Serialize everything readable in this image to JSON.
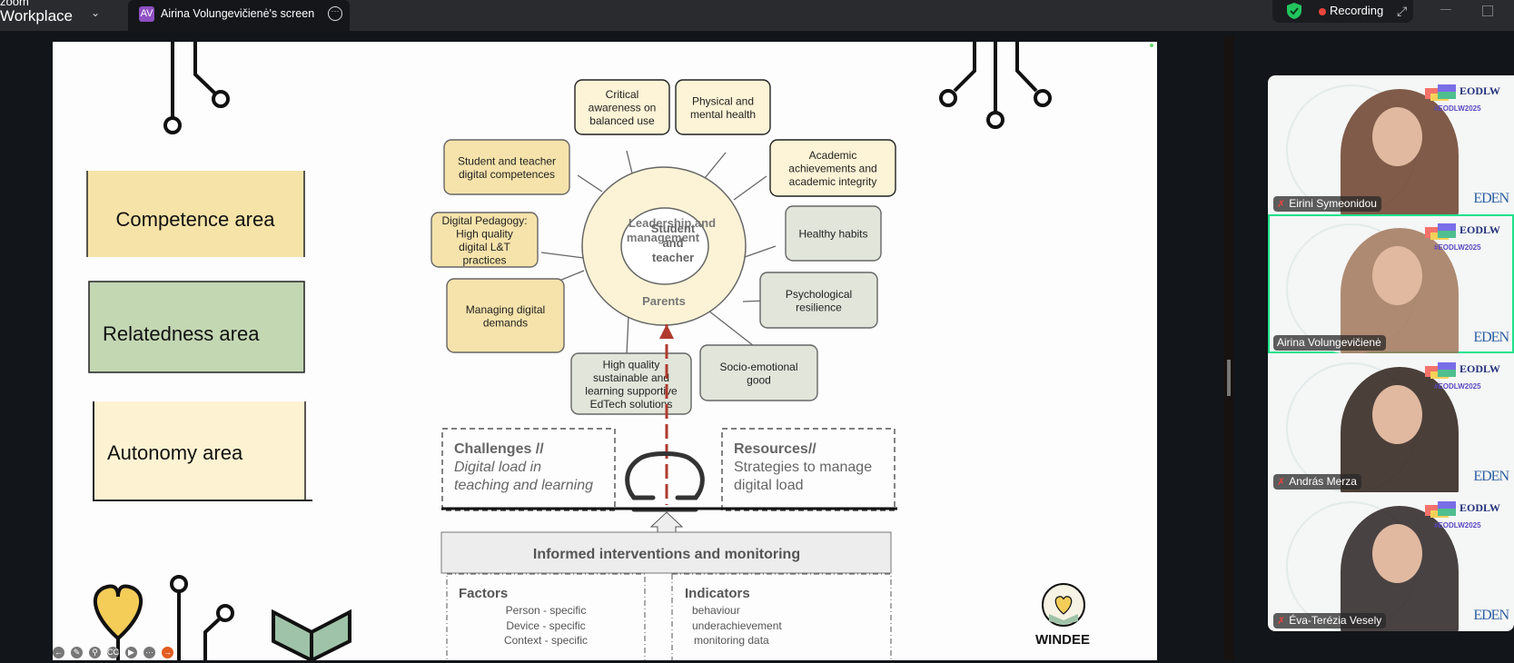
{
  "titlebar": {
    "app_name_small": "zoom",
    "app_name_big": "Workplace",
    "share_tab": {
      "avatar_initials": "AV",
      "label": "Airina Volungevičienė's screen"
    },
    "recording_label": "Recording"
  },
  "slide": {
    "areas": [
      {
        "label": "Competence area",
        "color": "#f6e3a7"
      },
      {
        "label": "Relatedness area",
        "color": "#c3d7b3"
      },
      {
        "label": "Autonomy area",
        "color": "#fdf3d2"
      }
    ],
    "diagram": {
      "ring_outer_top": [
        "Leadership and",
        "management"
      ],
      "ring_outer_bottom": "Parents",
      "ring_inner": [
        "Student",
        "and",
        "teacher"
      ],
      "boxes": [
        {
          "lines": [
            "Critical",
            "awareness on",
            "balanced use"
          ],
          "type": "autonomy"
        },
        {
          "lines": [
            "Physical and",
            "mental health"
          ],
          "type": "autonomy"
        },
        {
          "lines": [
            "Student and teacher",
            "digital competences"
          ],
          "type": "competence"
        },
        {
          "lines": [
            "Academic",
            "achievements and",
            "academic integrity"
          ],
          "type": "autonomy"
        },
        {
          "lines": [
            "Digital Pedagogy:",
            "High quality",
            "digital L&T",
            "practices"
          ],
          "type": "competence"
        },
        {
          "lines": [
            "Healthy habits"
          ],
          "type": "relatedness"
        },
        {
          "lines": [
            "Psychological",
            "resilience"
          ],
          "type": "relatedness"
        },
        {
          "lines": [
            "Managing  digital",
            "demands"
          ],
          "type": "competence"
        },
        {
          "lines": [
            "High quality",
            "sustainable and",
            "learning supportive",
            "EdTech solutions"
          ],
          "type": "relatedness"
        },
        {
          "lines": [
            "Socio-emotional",
            "good"
          ],
          "type": "relatedness"
        }
      ],
      "challenges": {
        "title": "Challenges //",
        "lines": [
          "Digital load in",
          "teaching and learning"
        ]
      },
      "resources": {
        "title": "Resources//",
        "lines": [
          "Strategies to manage",
          "digital load"
        ]
      },
      "interventions": "Informed interventions and monitoring",
      "factors": {
        "title": "Factors",
        "items": [
          "Person - specific",
          "Device - specific",
          "Context - specific"
        ]
      },
      "indicators": {
        "title": "Indicators",
        "items": [
          "behaviour",
          "underachievement",
          " monitoring data"
        ]
      }
    },
    "logo_text": "WINDEE"
  },
  "participants": [
    {
      "name": "Eirini Symeonidou",
      "muted": true,
      "active": false
    },
    {
      "name": "Airina Volungevičienė",
      "muted": false,
      "active": true
    },
    {
      "name": "András Merza",
      "muted": true,
      "active": false
    },
    {
      "name": "Éva-Terézia Vesely",
      "muted": true,
      "active": false
    }
  ],
  "tile_brand": {
    "title": "EODLW",
    "hashtag": "#EODLW2025",
    "partner": "EDEN"
  },
  "colors": {
    "accent_active": "#1ee38b",
    "recording": "#e8453c",
    "arrow": "#b03a2e"
  }
}
